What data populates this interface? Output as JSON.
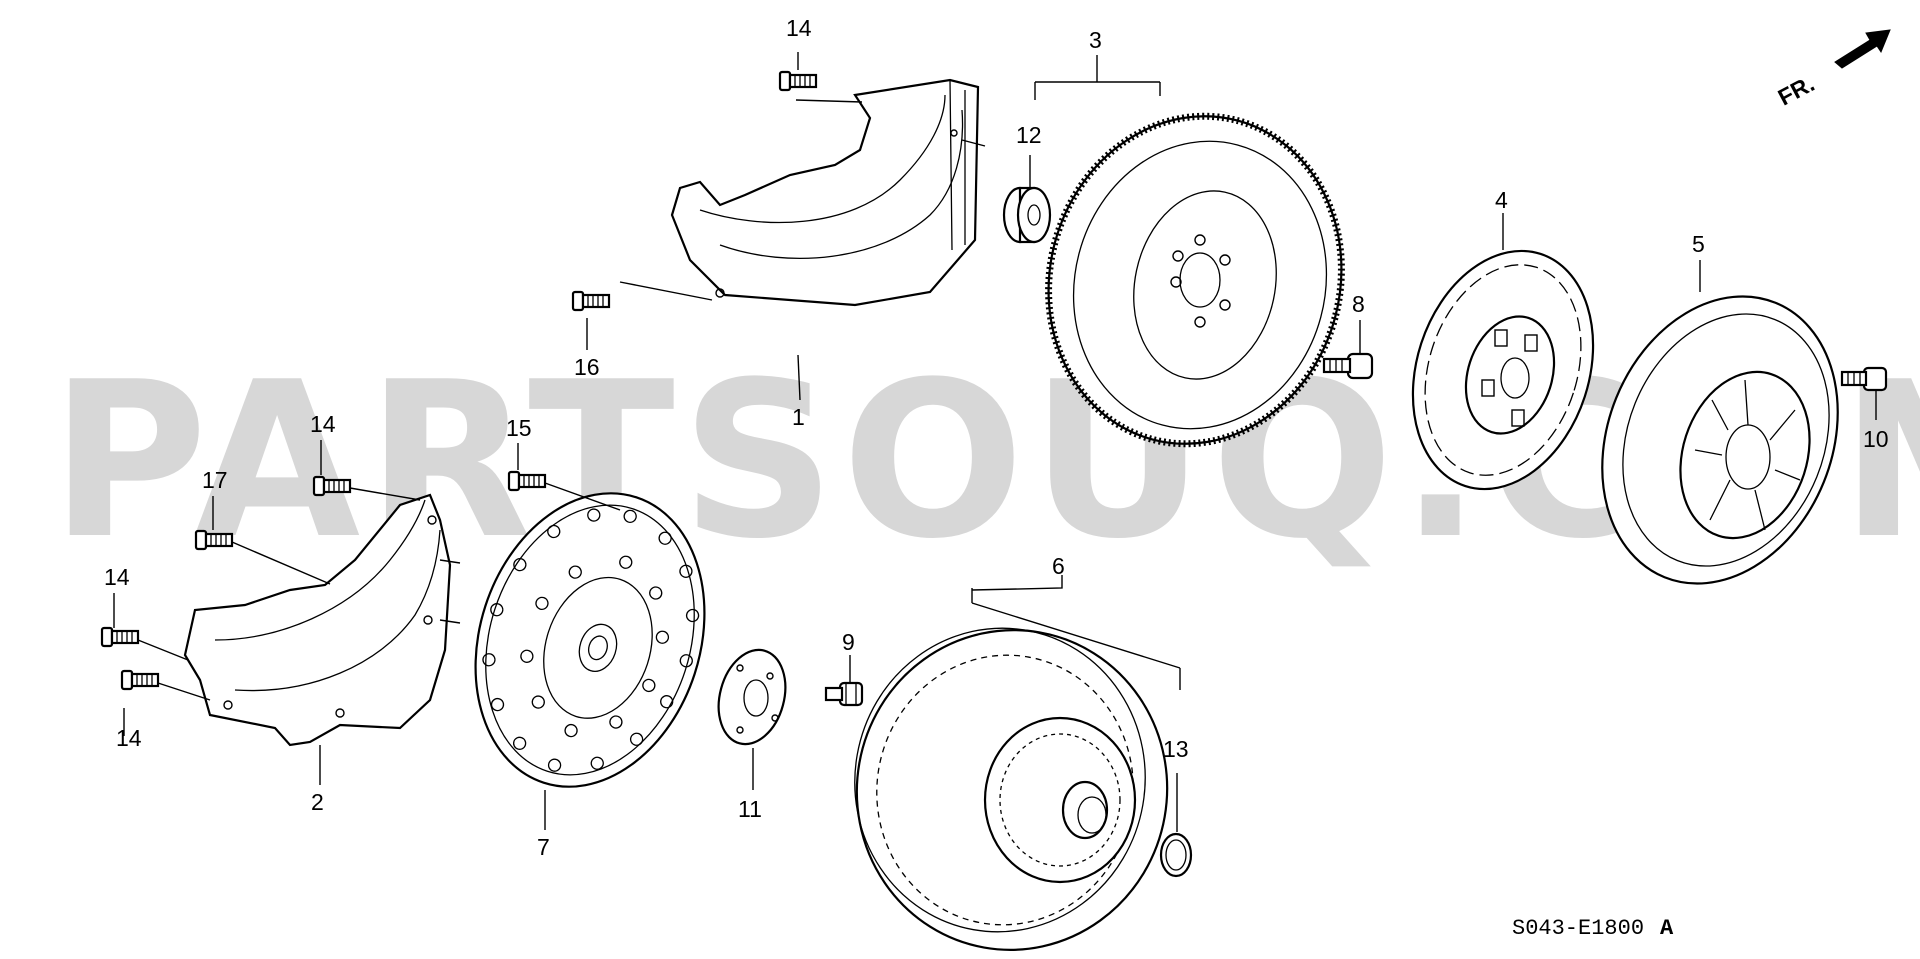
{
  "watermark": "PARTSOUQ.COM",
  "direction_label": "FR.",
  "drawing_code": "S043-E1800",
  "drawing_suffix": "A",
  "callouts": {
    "c1": "1",
    "c2": "2",
    "c3": "3",
    "c4": "4",
    "c5": "5",
    "c6": "6",
    "c7": "7",
    "c8": "8",
    "c9": "9",
    "c10": "10",
    "c11": "11",
    "c12": "12",
    "c13": "13",
    "c14a": "14",
    "c14b": "14",
    "c14c": "14",
    "c14d": "14",
    "c15": "15",
    "c16": "16",
    "c17": "17"
  }
}
